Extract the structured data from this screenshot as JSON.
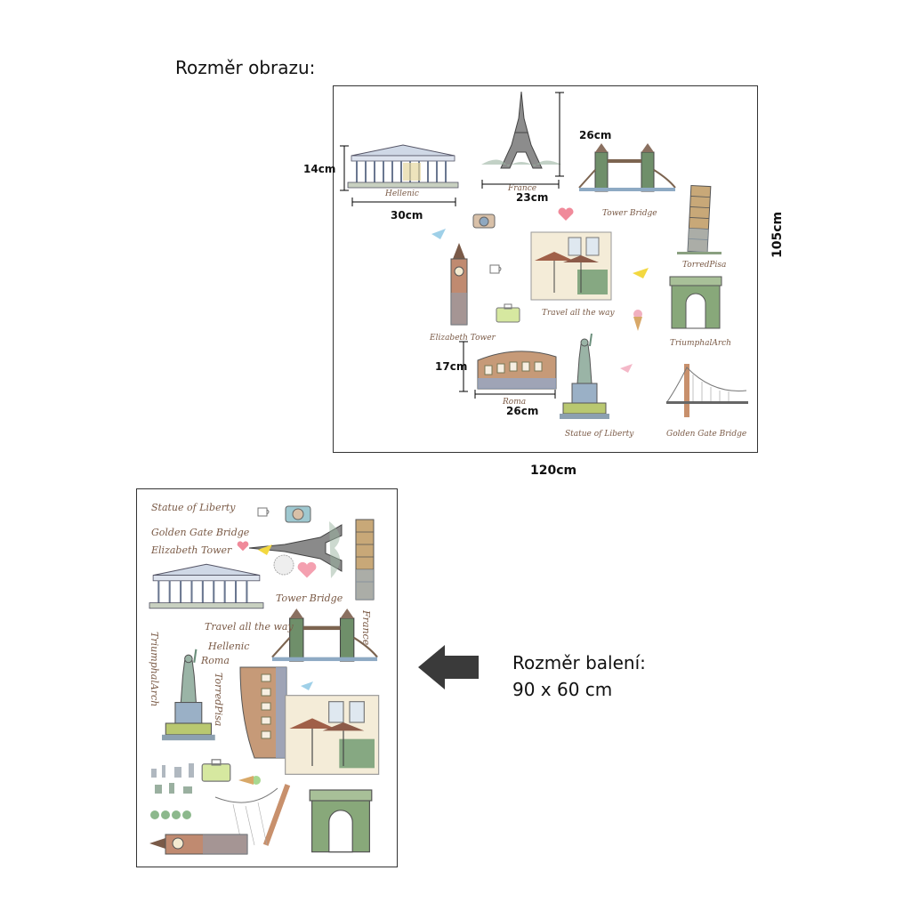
{
  "top_section": {
    "heading": "Rozměr obrazu:",
    "width_label": "120cm",
    "height_label": "105cm",
    "dimensions": {
      "hellenic_height": "14cm",
      "hellenic_width": "30cm",
      "eiffel_height": "26cm",
      "eiffel_width": "23cm",
      "colosseum_height": "17cm",
      "colosseum_width": "26cm"
    },
    "captions": {
      "hellenic": "Hellenic",
      "france": "France",
      "tower_bridge": "Tower Bridge",
      "torre_pisa": "TorredPisa",
      "travel": "Travel all the way",
      "elizabeth": "Elizabeth Tower",
      "triumphal": "TriumphalArch",
      "rome": "Roma",
      "liberty": "Statue of Liberty",
      "golden_gate": "Golden Gate Bridge"
    }
  },
  "package_section": {
    "label_line1": "Rozměr balení:",
    "label_line2": "90 x 60 cm",
    "captions": {
      "liberty": "Statue of Liberty",
      "golden_gate": "Golden Gate Bridge",
      "elizabeth": "Elizabeth Tower",
      "tower_bridge": "Tower Bridge",
      "travel": "Travel all the way",
      "hellenic": "Hellenic",
      "rome": "Roma",
      "triumphal": "TriumphalArch",
      "torre_pisa": "TorredPisa",
      "france": "France"
    }
  },
  "colors": {
    "frame": "#333333",
    "arrow": "#3a3a3a",
    "caption": "#7a5a46"
  }
}
